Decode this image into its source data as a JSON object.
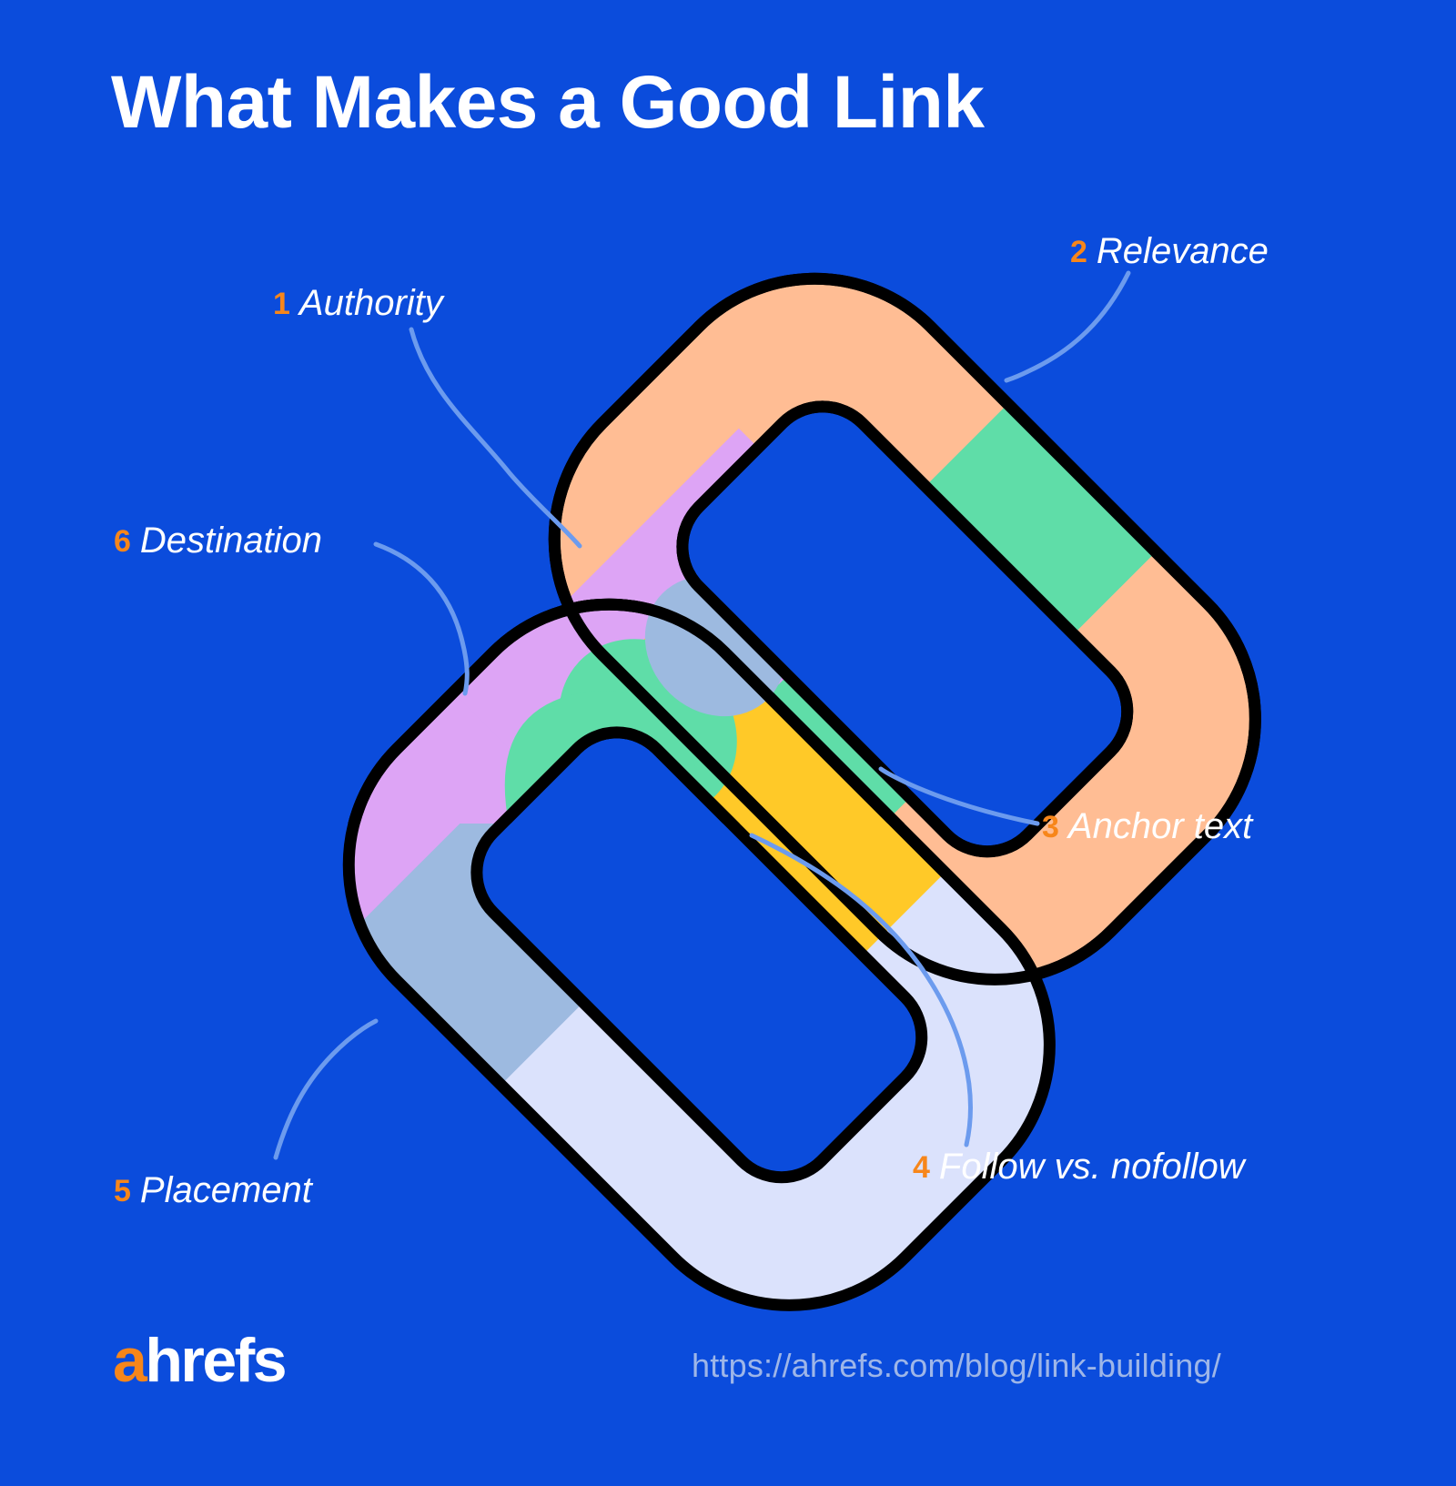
{
  "page": {
    "title": "What Makes a Good Link",
    "background_color": "#0B4CDC",
    "accent_color": "#F7861A",
    "text_color": "#FFFFFF"
  },
  "callouts": [
    {
      "number": "1",
      "label": "Authority"
    },
    {
      "number": "2",
      "label": "Relevance"
    },
    {
      "number": "3",
      "label": "Anchor text"
    },
    {
      "number": "4",
      "label": "Follow vs. nofollow"
    },
    {
      "number": "5",
      "label": "Placement"
    },
    {
      "number": "6",
      "label": "Destination"
    }
  ],
  "graphic": {
    "name": "interlocking-chain-links",
    "colors": {
      "peach": "#FFBD94",
      "lavender_white": "#DBE2FC",
      "purple": "#DDA4F5",
      "yellow": "#FFC928",
      "green": "#5FDDA8",
      "blue_gray": "#9DBAE0",
      "outline": "#000000",
      "leader_line": "#6C9BEE"
    }
  },
  "footer": {
    "logo_first": "a",
    "logo_rest": "hrefs",
    "url": "https://ahrefs.com/blog/link-building/"
  }
}
